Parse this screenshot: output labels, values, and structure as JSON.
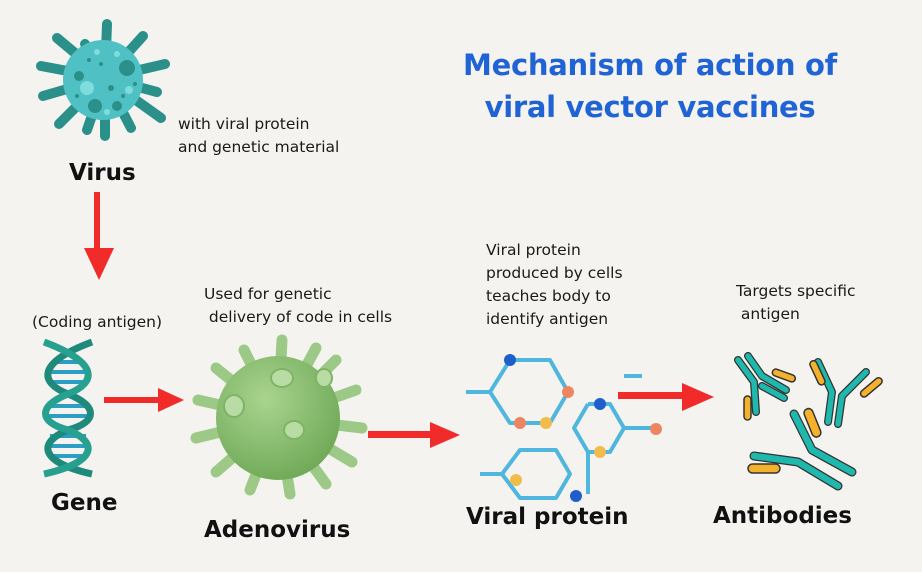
{
  "title": {
    "line1": "Mechanism of action of",
    "line2": "viral vector vaccines",
    "color": "#1f63d4"
  },
  "steps": {
    "virus": {
      "label": "Virus",
      "note": [
        "with viral protein",
        "and genetic material"
      ],
      "icon": "virus-icon"
    },
    "gene": {
      "label": "Gene",
      "note": [
        "(Coding antigen)"
      ],
      "icon": "dna-icon"
    },
    "adenovirus": {
      "label": "Adenovirus",
      "note": [
        "Used for genetic",
        " delivery of code in cells"
      ],
      "icon": "adenovirus-icon"
    },
    "viral_protein": {
      "label": "Viral protein",
      "note": [
        "Viral protein",
        "produced by cells",
        "teaches body to",
        "identify antigen"
      ],
      "icon": "protein-molecule-icon"
    },
    "antibodies": {
      "label": "Antibodies",
      "note": [
        "Targets specific",
        " antigen"
      ],
      "icon": "antibodies-icon"
    }
  },
  "arrows": [
    {
      "from": "virus",
      "to": "gene",
      "direction": "down"
    },
    {
      "from": "gene",
      "to": "adenovirus",
      "direction": "right"
    },
    {
      "from": "adenovirus",
      "to": "viral_protein",
      "direction": "right"
    },
    {
      "from": "viral_protein",
      "to": "antibodies",
      "direction": "right"
    }
  ],
  "colors": {
    "background": "#f4f3f0",
    "arrow": "#f12a2a",
    "virus": "#4fc1c4",
    "virus_spikes": "#2a9089",
    "adenovirus": "#8cc072",
    "molecule_lines": "#4fb6dd",
    "antibody": "#1fb8ad",
    "antigen": "#f4b12c"
  }
}
